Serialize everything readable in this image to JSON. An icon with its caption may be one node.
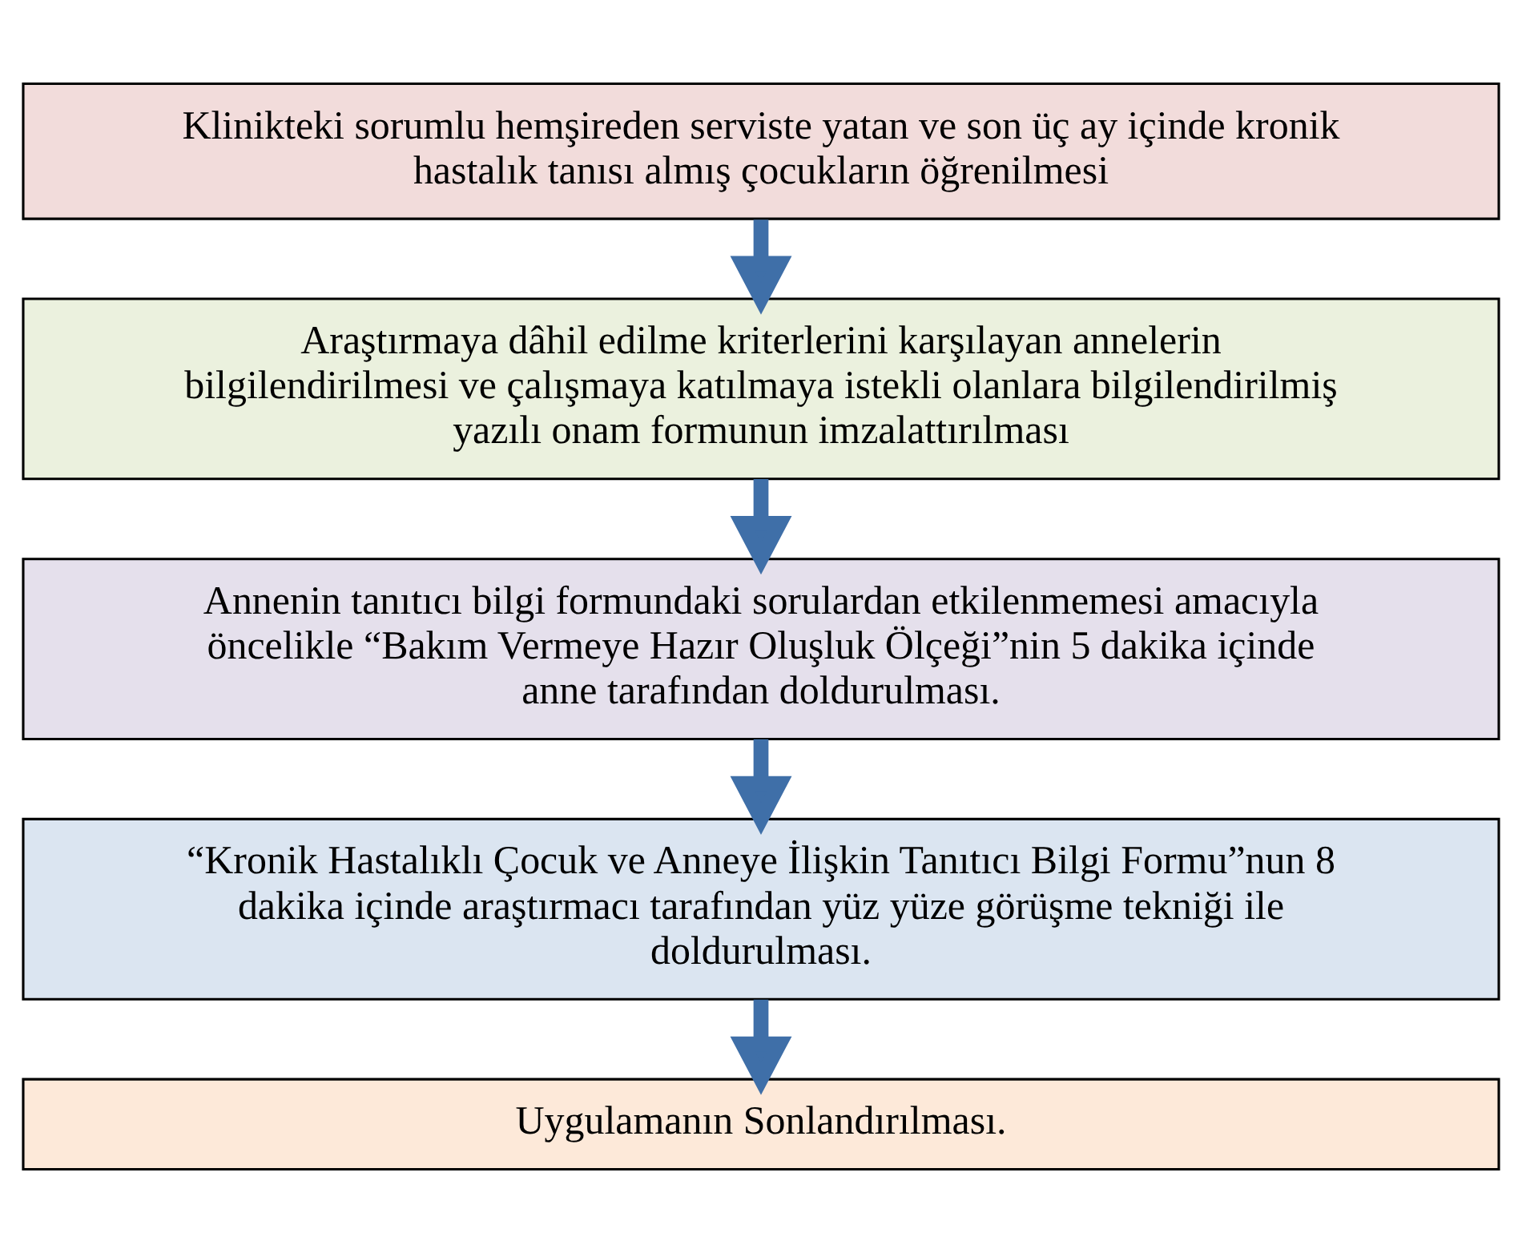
{
  "diagram": {
    "nodes": [
      {
        "text": [
          "Klinikteki sorumlu hemşireden serviste yatan ve son üç ay içinde kronik hastalık tanısı almış çocukların öğrenilmesi"
        ]
      },
      {
        "text": [
          "Araştırmaya dâhil edilme kriterlerini karşılayan annelerin bilgilendirilmesi ve çalışmaya katılmaya istekli olanlara bilgilendirilmiş yazılı onam formunun imzalattırılması"
        ]
      },
      {
        "text": [
          "Annenin tanıtıcı bilgi formundaki sorulardan etkilenmemesi amacıyla öncelikle “Bakım Vermeye Hazır Oluşluk Ölçeği”nin 5 dakika içinde anne tarafından doldurulması."
        ]
      },
      {
        "text": [
          "“Kronik Hastalıklı Çocuk ve Anneye İlişkin Tanıtıcı Bilgi Formu”nun 8 dakika içinde araştırmacı tarafından yüz yüze görüşme tekniği ile doldurulması."
        ]
      },
      {
        "text": [
          "Uygulamanın Sonlandırılması."
        ]
      }
    ],
    "edges": [
      {
        "from": 0,
        "to": 1,
        "arrow": "to"
      },
      {
        "from": 1,
        "to": 2,
        "arrow": "to"
      },
      {
        "from": 2,
        "to": 3,
        "arrow": "to"
      },
      {
        "from": 3,
        "to": 4,
        "arrow": "to"
      }
    ]
  }
}
